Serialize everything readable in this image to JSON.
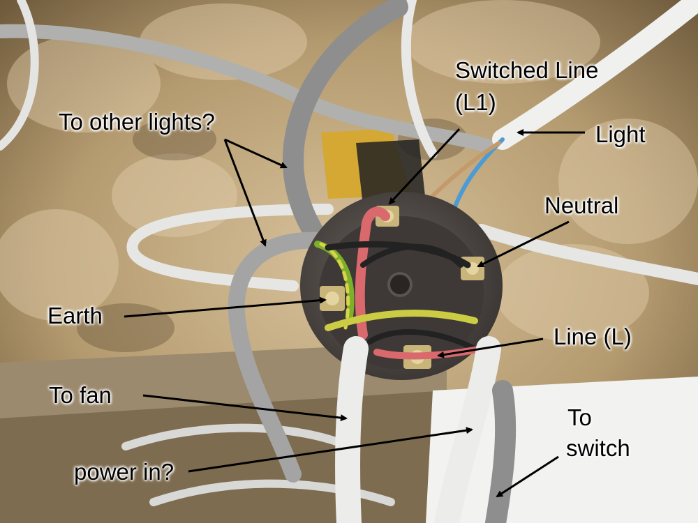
{
  "annotations": {
    "switched_line": "Switched Line",
    "switched_line_code": "(L1)",
    "light": "Light",
    "other_lights": "To other lights?",
    "neutral": "Neutral",
    "earth": "Earth",
    "line": "Line (L)",
    "fan": "To fan",
    "power_in": "power in?",
    "switch_to": "To",
    "switch_word": "switch"
  },
  "colors": {
    "insulation": "#c8ae86",
    "cable_grey": "#9a9a9a",
    "cable_white": "#e8e8e6",
    "rose_body": "#4a4541",
    "wire_red": "#d9696d",
    "wire_black": "#222222",
    "wire_earth_green": "#7db02a",
    "wire_earth_yellow": "#d9d34a",
    "wire_blue": "#4a9bd6",
    "wire_brown": "#c49a6a",
    "brass": "#c9b57a",
    "arrow": "#000000"
  }
}
